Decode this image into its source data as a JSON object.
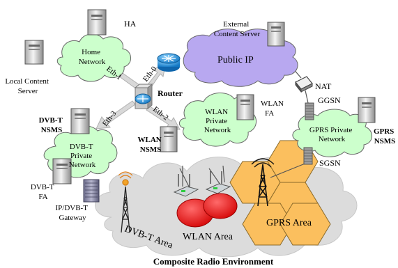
{
  "labels": {
    "ha": "HA",
    "external_content_server": [
      "External",
      "Content Server"
    ],
    "home_network": [
      "Home",
      "Network"
    ],
    "public_ip": "Public IP",
    "local_content_server": [
      "Local Content",
      "Server"
    ],
    "router": "Router",
    "eth0": "Eth-0",
    "eth1": "Eth-1",
    "eth2": "Eth-2",
    "eth3": "Eth-3",
    "nat": "NAT",
    "ggsn": "GGSN",
    "sgsn": "SGSN",
    "wlan_fa": [
      "WLAN",
      "FA"
    ],
    "wlan_private_network": [
      "WLAN",
      "Private",
      "Network"
    ],
    "wlan_nsms": [
      "WLAN",
      "NSMS"
    ],
    "gprs_private_network": [
      "GPRS Private",
      "Network"
    ],
    "gprs_nsms": [
      "GPRS",
      "NSMS"
    ],
    "dvbt_nsms": [
      "DVB-T",
      "NSMS"
    ],
    "dvbt_private_network": [
      "DVB-T",
      "Private",
      "Network"
    ],
    "dvbt_fa": [
      "DVB-T",
      "FA"
    ],
    "ip_dvbt_gateway": [
      "IP/DVB-T",
      "Gateway"
    ],
    "dvbt_area": "DVB-T Area",
    "wlan_area": "WLAN Area",
    "gprs_area": "GPRS Area",
    "composite": "Composite Radio Environment"
  },
  "colors": {
    "cloud_green": "#ccffcc",
    "cloud_purple": "#b8a8f0",
    "router_blue": "#2d9de0",
    "wlan_red": "#ee1111",
    "hexagon_orange": "#fbbf5e",
    "area_gray": "#dcdcdc"
  }
}
